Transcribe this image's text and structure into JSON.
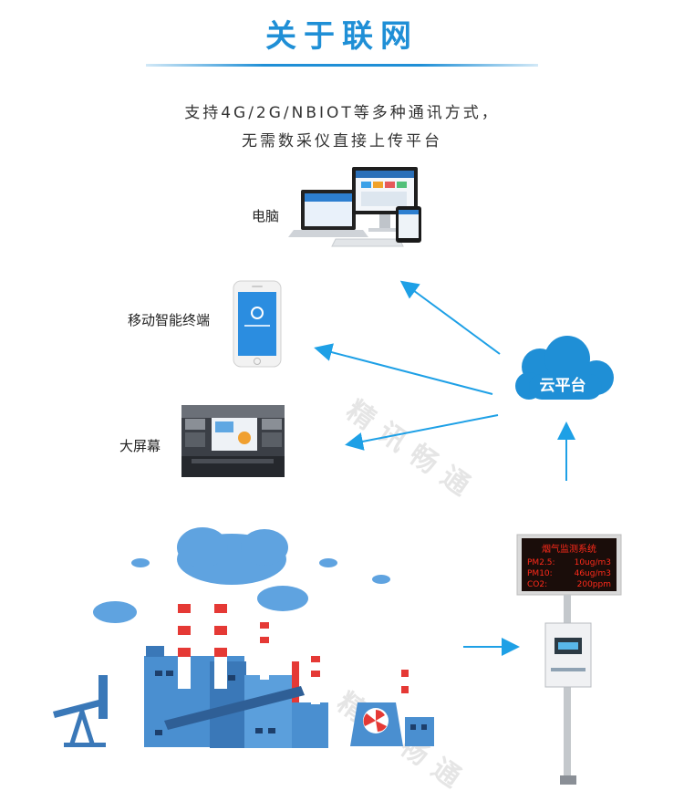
{
  "header": {
    "title": "关于联网",
    "subtitle_line1": "支持4G/2G/NBIOT等多种通讯方式，",
    "subtitle_line2": "无需数采仪直接上传平台"
  },
  "terminals": {
    "pc_label": "电脑",
    "mobile_label": "移动智能终端",
    "screen_label": "大屏幕"
  },
  "cloud": {
    "label": "云平台"
  },
  "display_board": {
    "title": "烟气监测系统",
    "rows": [
      {
        "name": "PM2.5:",
        "value": "10ug/m3"
      },
      {
        "name": "PM10:",
        "value": "46ug/m3"
      },
      {
        "name": "CO2:",
        "value": "200ppm"
      }
    ],
    "text_color": "#ff2a1a",
    "background_color": "#1a0d0a"
  },
  "watermark": {
    "text": "精讯畅通"
  },
  "colors": {
    "accent": "#1f8fd6",
    "arrow": "#1ea0e6",
    "cloud": "#1f8fd6",
    "factory": "#4a8fd0"
  }
}
